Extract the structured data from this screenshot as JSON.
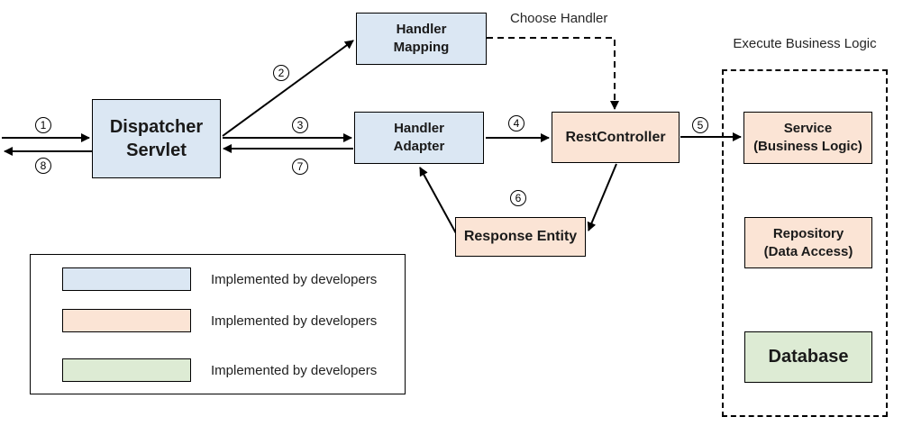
{
  "app": {
    "type": "spring-mvc-architecture-diagram",
    "background": "#ffffff"
  },
  "colors": {
    "developer_blue": "#dbe7f3",
    "developer_peach": "#fbe4d5",
    "developer_green": "#ddebd4",
    "line": "#000000",
    "text": "#1a1a1a"
  },
  "nodes": {
    "dispatcher_servlet": {
      "line1": "Dispatcher",
      "line2": "Servlet"
    },
    "handler_mapping": {
      "line1": "Handler",
      "line2": "Mapping"
    },
    "handler_adapter": {
      "line1": "Handler",
      "line2": "Adapter"
    },
    "rest_controller": {
      "label": "RestController"
    },
    "response_entity": {
      "label": "Response Entity"
    },
    "service": {
      "line1": "Service",
      "line2": "(Business Logic)"
    },
    "repository": {
      "line1": "Repository",
      "line2": "(Data Access)"
    },
    "database": {
      "label": "Database"
    }
  },
  "annotations": {
    "choose_handler": "Choose Handler",
    "execute_business_logic": "Execute Business Logic"
  },
  "steps": [
    "1",
    "2",
    "3",
    "4",
    "5",
    "6",
    "7",
    "8"
  ],
  "legend": {
    "items": [
      {
        "color_key": "developer_blue",
        "label": "Implemented by developers"
      },
      {
        "color_key": "developer_peach",
        "label": "Implemented by developers"
      },
      {
        "color_key": "developer_green",
        "label": "Implemented by developers"
      }
    ]
  }
}
